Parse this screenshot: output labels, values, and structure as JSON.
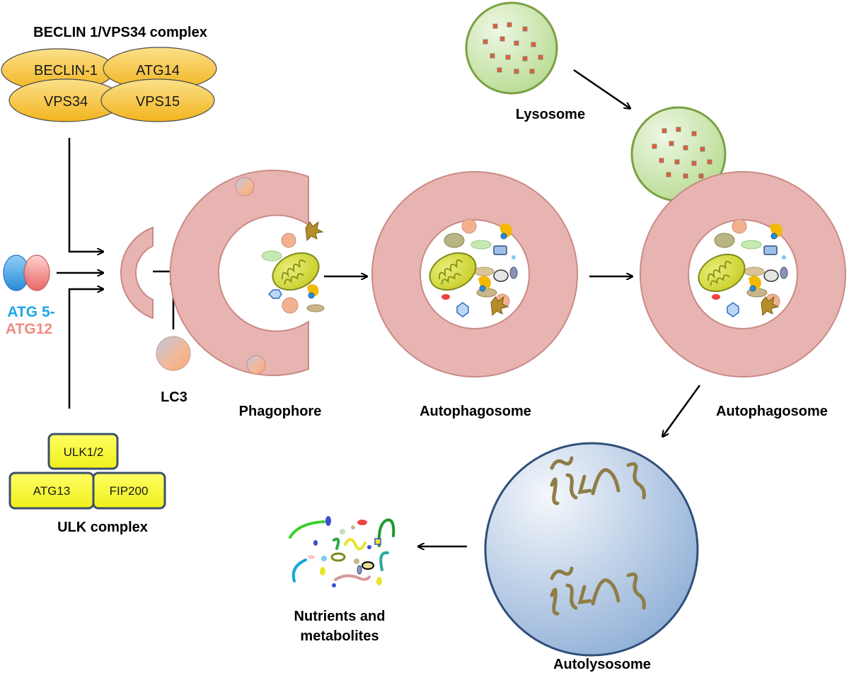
{
  "beclin_complex": {
    "title": "BECLIN 1/VPS34 complex",
    "members": [
      "BECLIN-1",
      "ATG14",
      "VPS34",
      "VPS15"
    ]
  },
  "atg5_atg12": {
    "line1": "ATG 5-",
    "line2": "ATG12",
    "color1": "#1aa7e8",
    "color2": "#f08a80"
  },
  "ulk_complex": {
    "title": "ULK complex",
    "members": [
      "ULK1/2",
      "ATG13",
      "FIP200"
    ]
  },
  "stages": {
    "lc3": "LC3",
    "phagophore": "Phagophore",
    "autophagosome_1": "Autophagosome",
    "autophagosome_2": "Autophagosome",
    "lysosome": "Lysosome",
    "autolysosome": "Autolysosome",
    "nutrients_line1": "Nutrients and",
    "nutrients_line2": "metabolites"
  },
  "colors": {
    "membrane": "#e8b4b1",
    "membrane_stroke": "#c98a86",
    "complex_fill": "#f5c23c",
    "ulk_fill": "#ffff33",
    "ulk_stroke": "#3d4f6b",
    "lysosome_fill": "#c8e3a8",
    "lysosome_stroke": "#7ba044",
    "autolysosome_fill": "#b8cde6",
    "autolysosome_stroke": "#2f4f7a",
    "mito_fill": "#d6dc2a",
    "mito_stroke": "#7d8a1e",
    "fibre": "#8f7d47"
  }
}
